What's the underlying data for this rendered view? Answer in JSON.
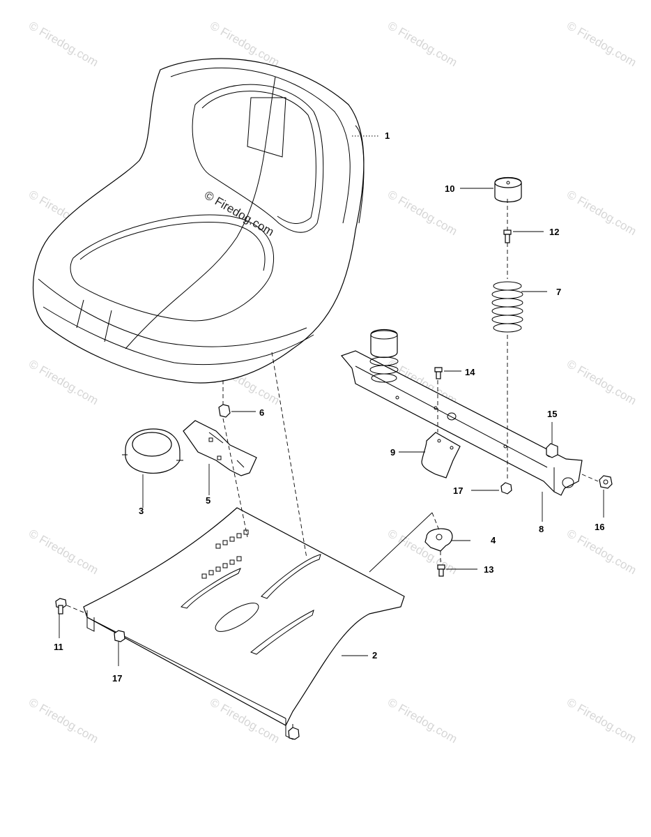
{
  "watermark": {
    "text": "© Firedog.com",
    "center_text": "© Firedog.com"
  },
  "callouts": {
    "c1": "1",
    "c2": "2",
    "c3": "3",
    "c4": "4",
    "c5": "5",
    "c6": "6",
    "c7": "7",
    "c8": "8",
    "c9": "9",
    "c10": "10",
    "c11": "11",
    "c12": "12",
    "c13": "13",
    "c14": "14",
    "c15": "15",
    "c16": "16",
    "c17a": "17",
    "c17b": "17"
  }
}
